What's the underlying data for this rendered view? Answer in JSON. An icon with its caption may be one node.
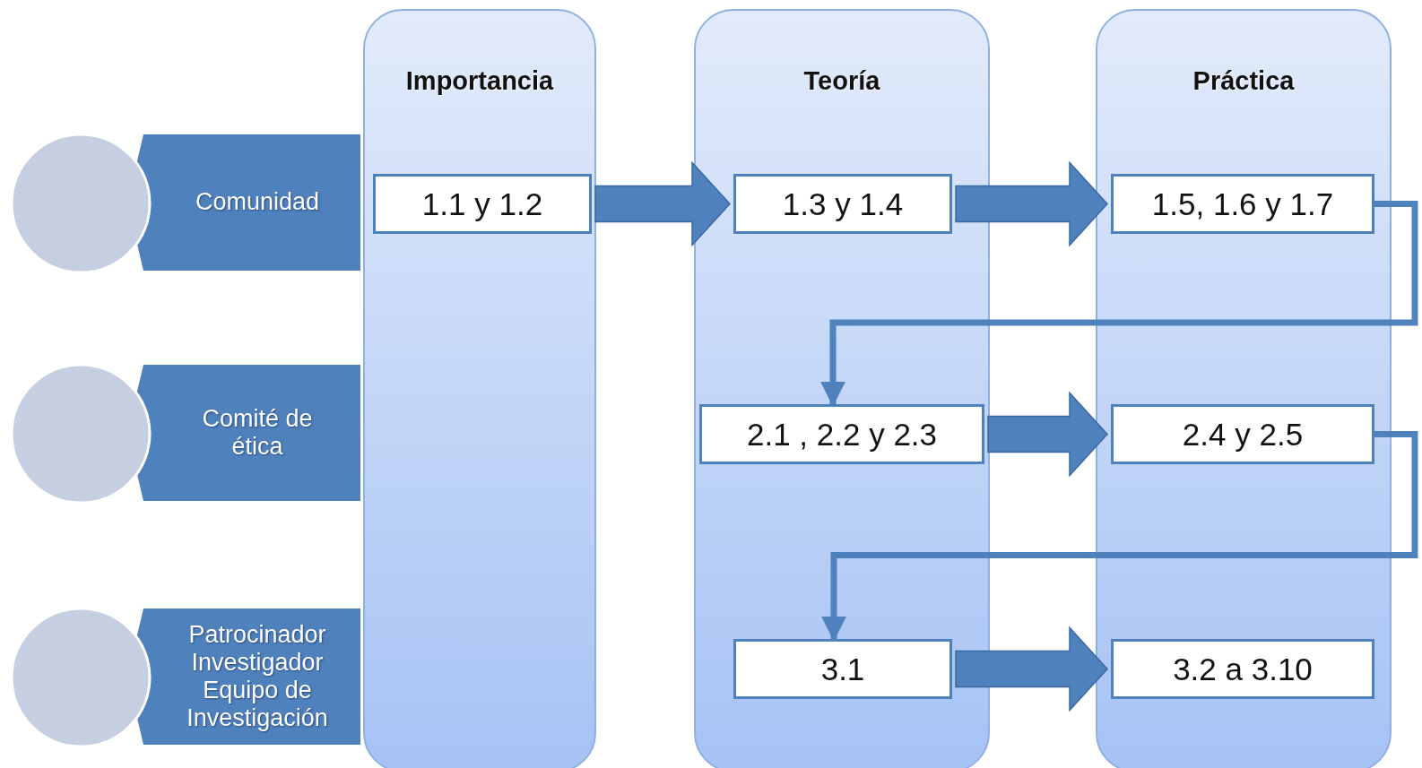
{
  "diagram": {
    "nodes": [
      {
        "text": [
          "Importancia"
        ]
      },
      {
        "text": [
          "Teoría"
        ]
      },
      {
        "text": [
          "Práctica"
        ]
      },
      {
        "text": [
          "Comunidad"
        ]
      },
      {
        "text": [
          "Comité de ética"
        ]
      },
      {
        "text": [
          "Patrocinador Investigador Equipo de Investigación"
        ]
      },
      {
        "text": [
          "1.1 y 1.2"
        ],
        "in": 0
      },
      {
        "text": [
          "1.3 y 1.4"
        ],
        "in": 1
      },
      {
        "text": [
          "1.5, 1.6 y 1.7"
        ],
        "in": 2
      },
      {
        "text": [
          "2.1 , 2.2 y 2.3"
        ],
        "in": 1
      },
      {
        "text": [
          "2.4 y 2.5"
        ],
        "in": 2
      },
      {
        "text": [
          "3.1"
        ],
        "in": 1
      },
      {
        "text": [
          "3.2 a 3.10"
        ],
        "in": 2
      },
      {
        "text": [],
        "shape": "circle"
      },
      {
        "text": [],
        "shape": "circle"
      },
      {
        "text": [],
        "shape": "circle"
      }
    ],
    "edges": [
      {
        "from": 6,
        "to": 7,
        "arrow": "to",
        "style": "thick"
      },
      {
        "from": 7,
        "to": 8,
        "arrow": "to",
        "style": "thick"
      },
      {
        "from": 8,
        "to": 9,
        "arrow": "to"
      },
      {
        "from": 9,
        "to": 10,
        "arrow": "to",
        "style": "thick"
      },
      {
        "from": 10,
        "to": 11,
        "arrow": "to"
      },
      {
        "from": 11,
        "to": 12,
        "arrow": "to",
        "style": "thick"
      }
    ]
  }
}
